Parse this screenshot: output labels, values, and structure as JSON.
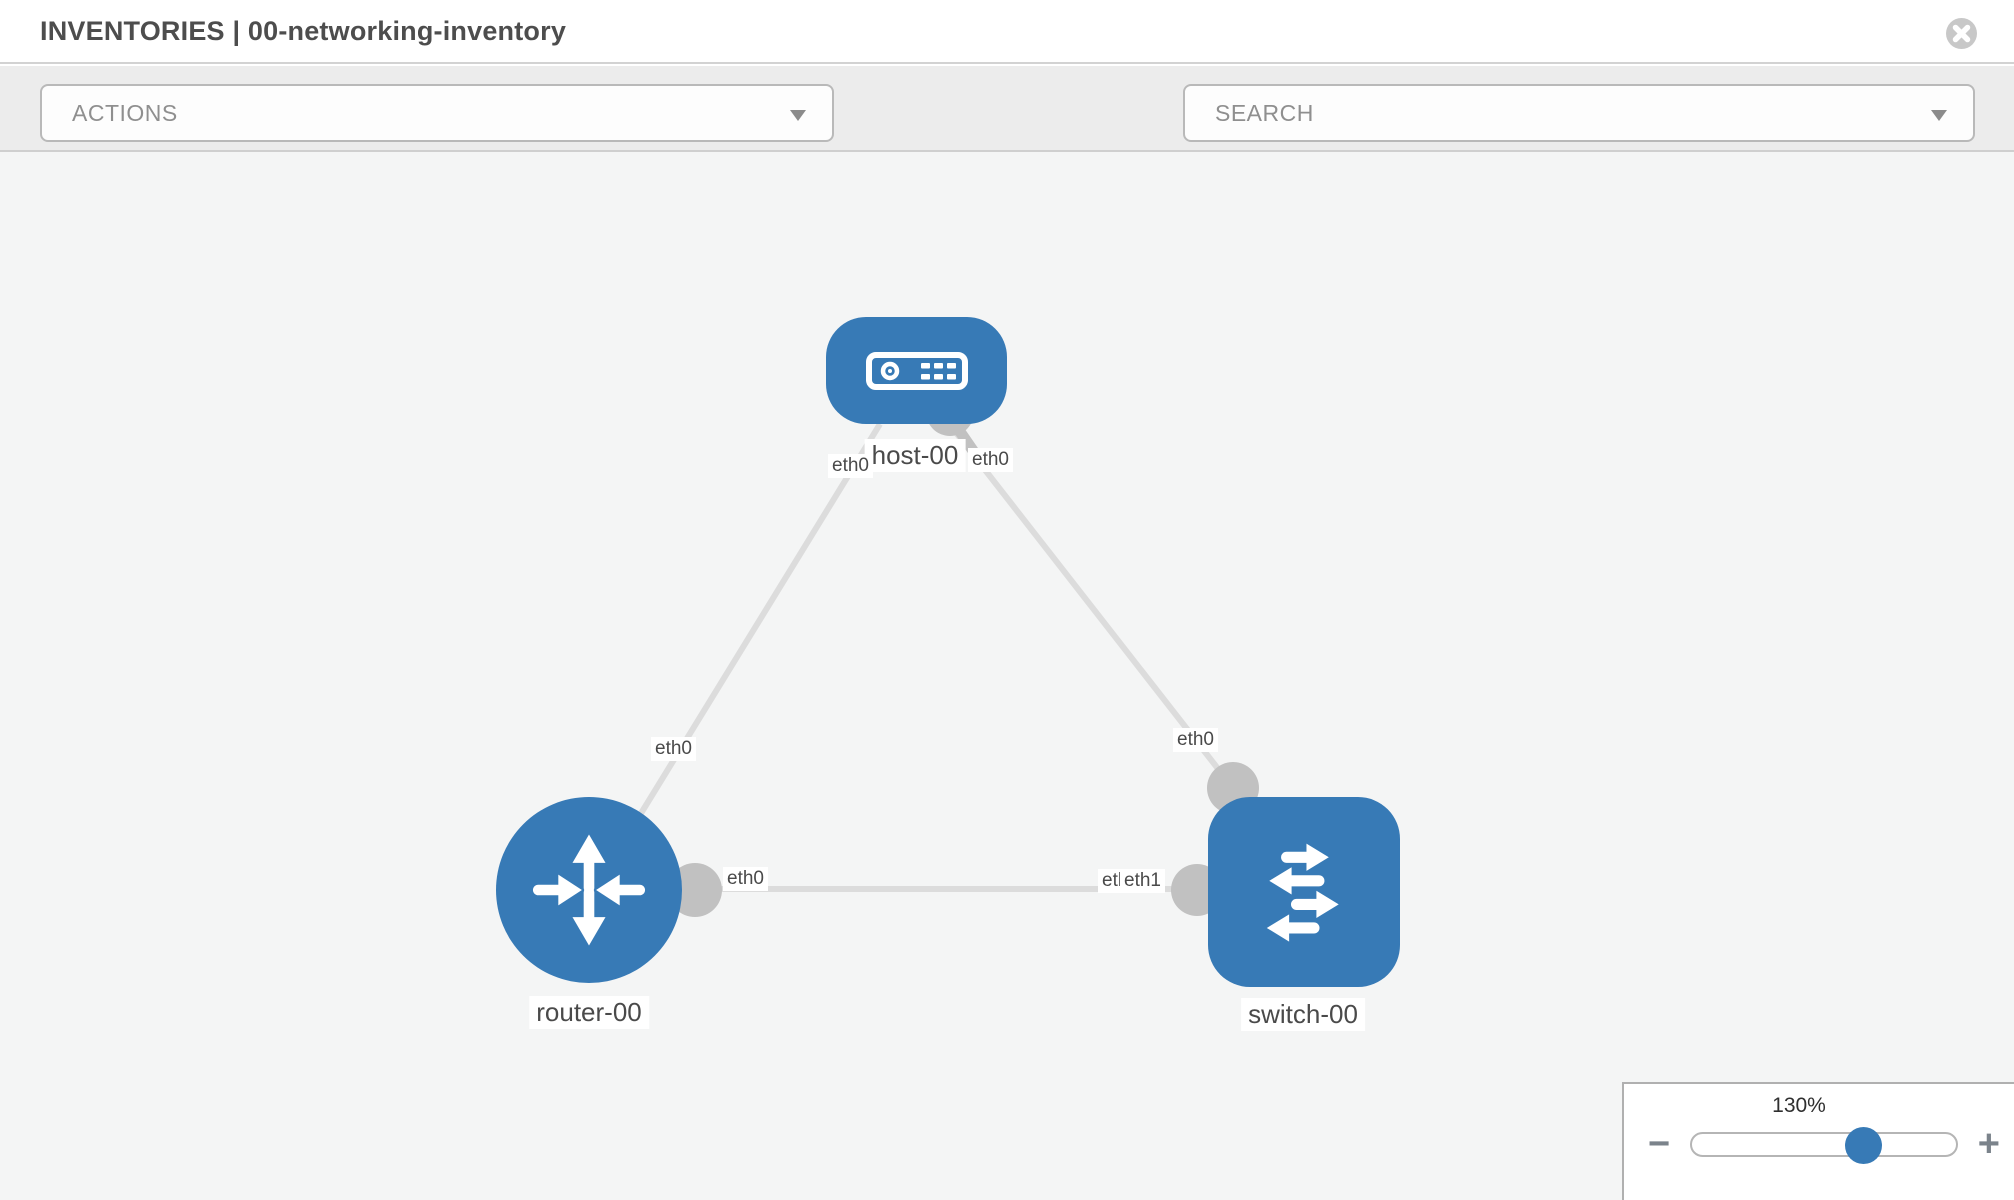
{
  "header": {
    "title": "INVENTORIES | 00-networking-inventory"
  },
  "toolbar": {
    "actions": {
      "label": "ACTIONS"
    },
    "search": {
      "placeholder": "SEARCH"
    },
    "icon_buttons": [
      "wrench-icon",
      "key-icon"
    ]
  },
  "topology": {
    "nodes": [
      {
        "id": "host-00",
        "type": "host",
        "label": "host-00"
      },
      {
        "id": "router-00",
        "type": "router",
        "label": "router-00"
      },
      {
        "id": "switch-00",
        "type": "switch",
        "label": "switch-00"
      }
    ],
    "links": [
      {
        "from": "host-00",
        "from_port": "eth0",
        "to": "router-00",
        "to_port": "eth0"
      },
      {
        "from": "host-00",
        "from_port": "eth0",
        "to": "switch-00",
        "to_port": "eth0"
      },
      {
        "from": "router-00",
        "from_port": "eth0",
        "to": "switch-00",
        "to_port": "eth1"
      }
    ]
  },
  "zoom_control": {
    "value": "130%",
    "minus_label": "−",
    "plus_label": "+",
    "thumb_percent": 64.8
  },
  "colors": {
    "node_blue": "#377ab6",
    "link_gray": "#dcdcdc",
    "connector_gray": "#c1c1c1",
    "toolbar_bg": "#ececec",
    "canvas_bg": "#f4f5f5",
    "icon_gray": "#6d757d"
  }
}
